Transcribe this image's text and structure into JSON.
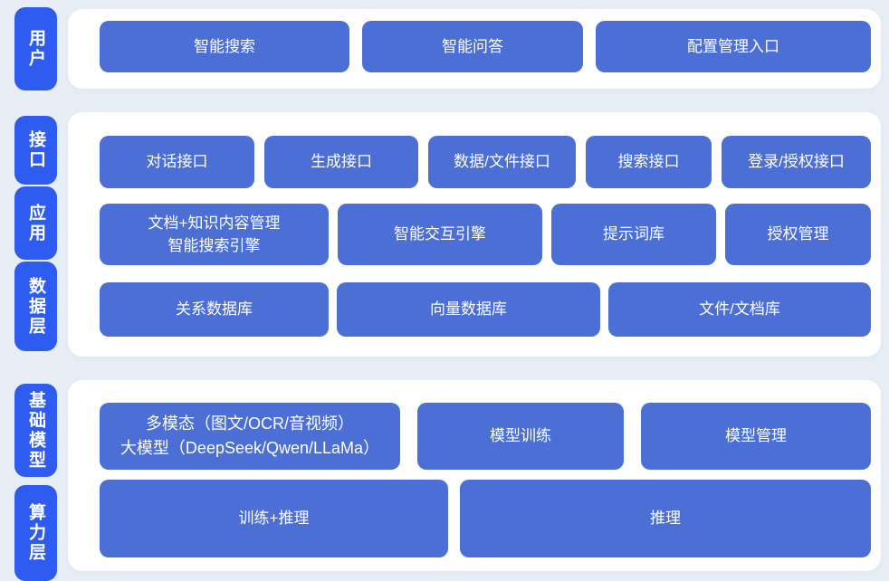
{
  "colors": {
    "background": "#e8eef6",
    "panel": "#fefefe",
    "side_label_blue": "#2e5bf0",
    "block_blue": "#4b6fd5",
    "text": "#ffffff"
  },
  "side_labels": [
    {
      "label": "用户"
    },
    {
      "label": "接口"
    },
    {
      "label": "应用"
    },
    {
      "label": "数据层"
    },
    {
      "label": "基础模型"
    },
    {
      "label": "算力层"
    }
  ],
  "panels": [
    {
      "name": "user-layer",
      "rows": [
        {
          "buttons": [
            {
              "label": "智能搜索"
            },
            {
              "label": "智能问答"
            },
            {
              "label": "配置管理入口"
            }
          ]
        }
      ]
    },
    {
      "name": "interface-application-data-layer",
      "rows": [
        {
          "buttons": [
            {
              "label": "对话接口"
            },
            {
              "label": "生成接口"
            },
            {
              "label": "数据/文件接口"
            },
            {
              "label": "搜索接口"
            },
            {
              "label": "登录/授权接口"
            }
          ]
        },
        {
          "buttons": [
            {
              "label": "文档+知识内容管理\n智能搜索引擎"
            },
            {
              "label": "智能交互引擎"
            },
            {
              "label": "提示词库"
            },
            {
              "label": "授权管理"
            }
          ]
        },
        {
          "buttons": [
            {
              "label": "关系数据库"
            },
            {
              "label": "向量数据库"
            },
            {
              "label": "文件/文档库"
            }
          ]
        }
      ]
    },
    {
      "name": "base-model-compute-layer",
      "rows": [
        {
          "buttons": [
            {
              "label": "多模态（图文/OCR/音视频）\n大模型（DeepSeek/Qwen/LLaMa）"
            },
            {
              "label": "模型训练"
            },
            {
              "label": "模型管理"
            }
          ]
        },
        {
          "buttons": [
            {
              "label": "训练+推理"
            },
            {
              "label": "推理"
            }
          ]
        }
      ]
    }
  ]
}
